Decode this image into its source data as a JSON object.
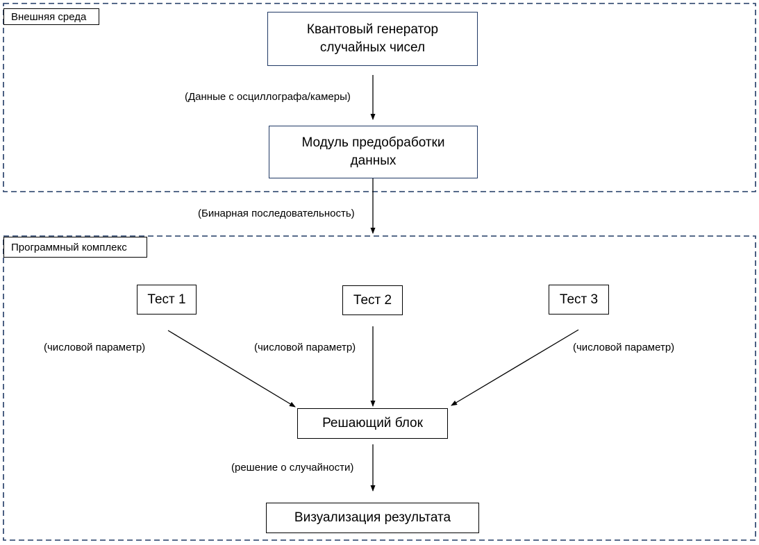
{
  "diagram": {
    "zones": {
      "environment": {
        "label": "Внешняя среда"
      },
      "software": {
        "label": "Программный комплекс"
      }
    },
    "nodes": {
      "qrng": "Квантовый генератор\nслучайных чисел",
      "preprocessing": "Модуль предобработки\nданных",
      "test1": "Тест 1",
      "test2": "Тест 2",
      "test3": "Тест 3",
      "decision": "Решающий блок",
      "visualization": "Визуализация результата"
    },
    "edge_labels": {
      "oscilloscope_data": "(Данные с осциллографа/камеры)",
      "binary_sequence": "(Бинарная последовательность)",
      "numeric_param_1": "(числовой параметр)",
      "numeric_param_2": "(числовой параметр)",
      "numeric_param_3": "(числовой параметр)",
      "randomness_decision": "(решение о случайности)"
    },
    "colors": {
      "dashed_zone_border": "#1f3864",
      "dark_node_border": "#1f3864",
      "black_node_border": "#000000",
      "arrow": "#000000"
    }
  }
}
